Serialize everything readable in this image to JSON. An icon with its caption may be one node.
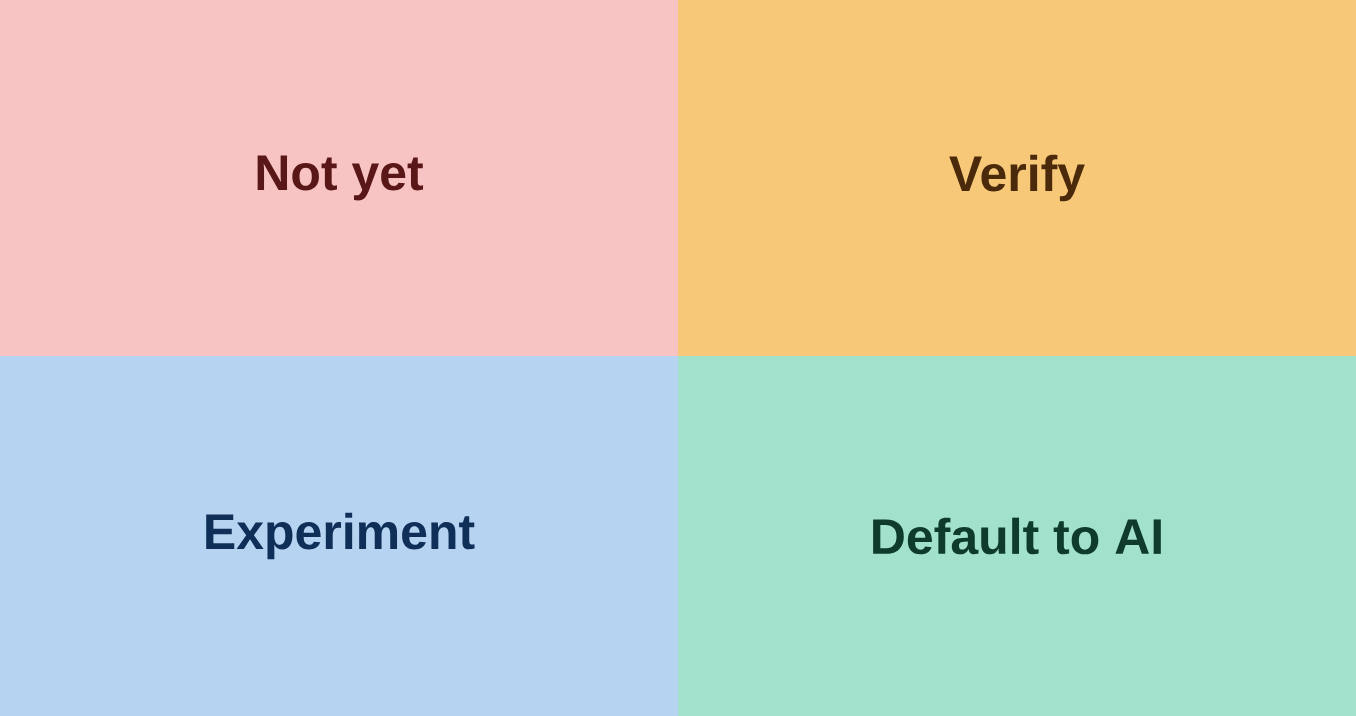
{
  "diagram": {
    "nodes": [
      {
        "text": [
          "Not yet"
        ]
      },
      {
        "text": [
          "Verify"
        ]
      },
      {
        "text": [
          "Experiment"
        ]
      },
      {
        "text": [
          "Default to AI"
        ]
      }
    ]
  }
}
